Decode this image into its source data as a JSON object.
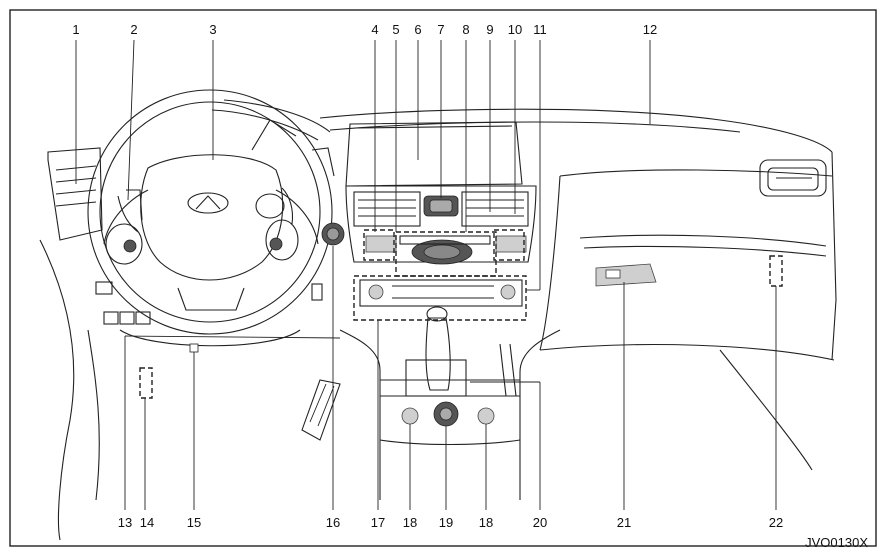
{
  "labels_top": [
    "1",
    "2",
    "3",
    "4",
    "5",
    "6",
    "7",
    "8",
    "9",
    "10",
    "11",
    "12"
  ],
  "labels_bottom": [
    "13",
    "14",
    "15",
    "16",
    "17",
    "18",
    "19",
    "18",
    "20",
    "21",
    "22"
  ],
  "figure_code": "JVO0130X"
}
